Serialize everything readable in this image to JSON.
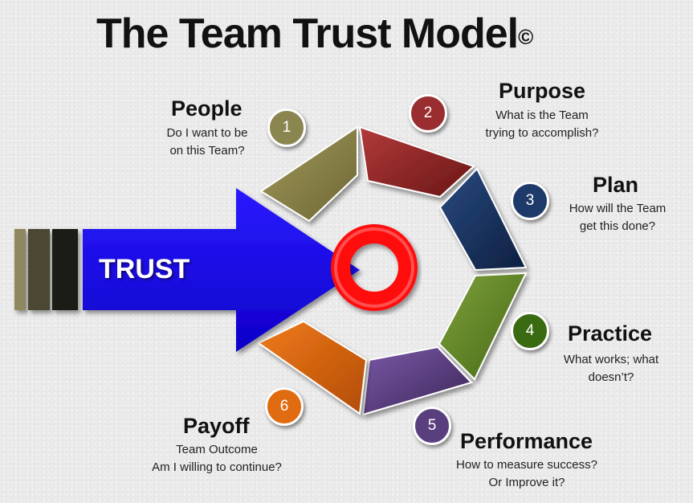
{
  "title": "The Team Trust Model",
  "copyright_symbol": "©",
  "arrow_label": "TRUST",
  "stages": [
    {
      "number": "1",
      "title": "People",
      "desc_line1": "Do I want to be",
      "desc_line2": "on this Team?",
      "color": "#8b8550"
    },
    {
      "number": "2",
      "title": "Purpose",
      "desc_line1": "What is the Team",
      "desc_line2": "trying to accomplish?",
      "color": "#9a2d2f"
    },
    {
      "number": "3",
      "title": "Plan",
      "desc_line1": "How will the Team",
      "desc_line2": "get this done?",
      "color": "#1e3a6a"
    },
    {
      "number": "4",
      "title": "Practice",
      "desc_line1": "What works; what",
      "desc_line2": "doesn’t?",
      "color": "#3a6a12"
    },
    {
      "number": "5",
      "title": "Performance",
      "desc_line1": "How to measure success?",
      "desc_line2": "Or Improve it?",
      "color": "#5a3f7e"
    },
    {
      "number": "6",
      "title": "Payoff",
      "desc_line1": "Team Outcome",
      "desc_line2": "Am I willing to continue?",
      "color": "#e06b10"
    }
  ],
  "colors": {
    "arrow": "#1500ff",
    "ring": "#ff1010",
    "bar1": "#8f875e",
    "bar2": "#4c4630",
    "bar3": "#1c1c14"
  }
}
